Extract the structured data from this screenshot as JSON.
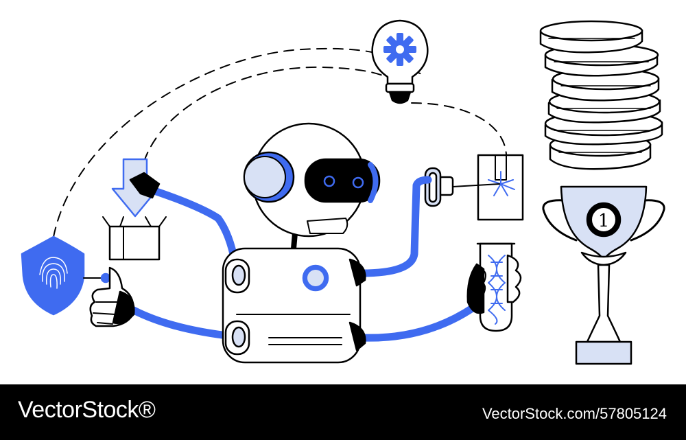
{
  "colors": {
    "accent": "#3F6BF0",
    "light": "#D8E1F5",
    "ink": "#000000",
    "background": "#FFFFFF"
  },
  "illustration": {
    "elements": [
      "robot-icon",
      "shield-fingerprint-icon",
      "box-download-icon",
      "lightbulb-gear-icon",
      "laser-icon",
      "test-tube-dna-icon",
      "coins-stack-icon",
      "trophy-icon"
    ],
    "trophy": {
      "medal_label": "1"
    }
  },
  "footer": {
    "logo": "VectorStock®",
    "image_id": "VectorStock.com/57805124"
  }
}
